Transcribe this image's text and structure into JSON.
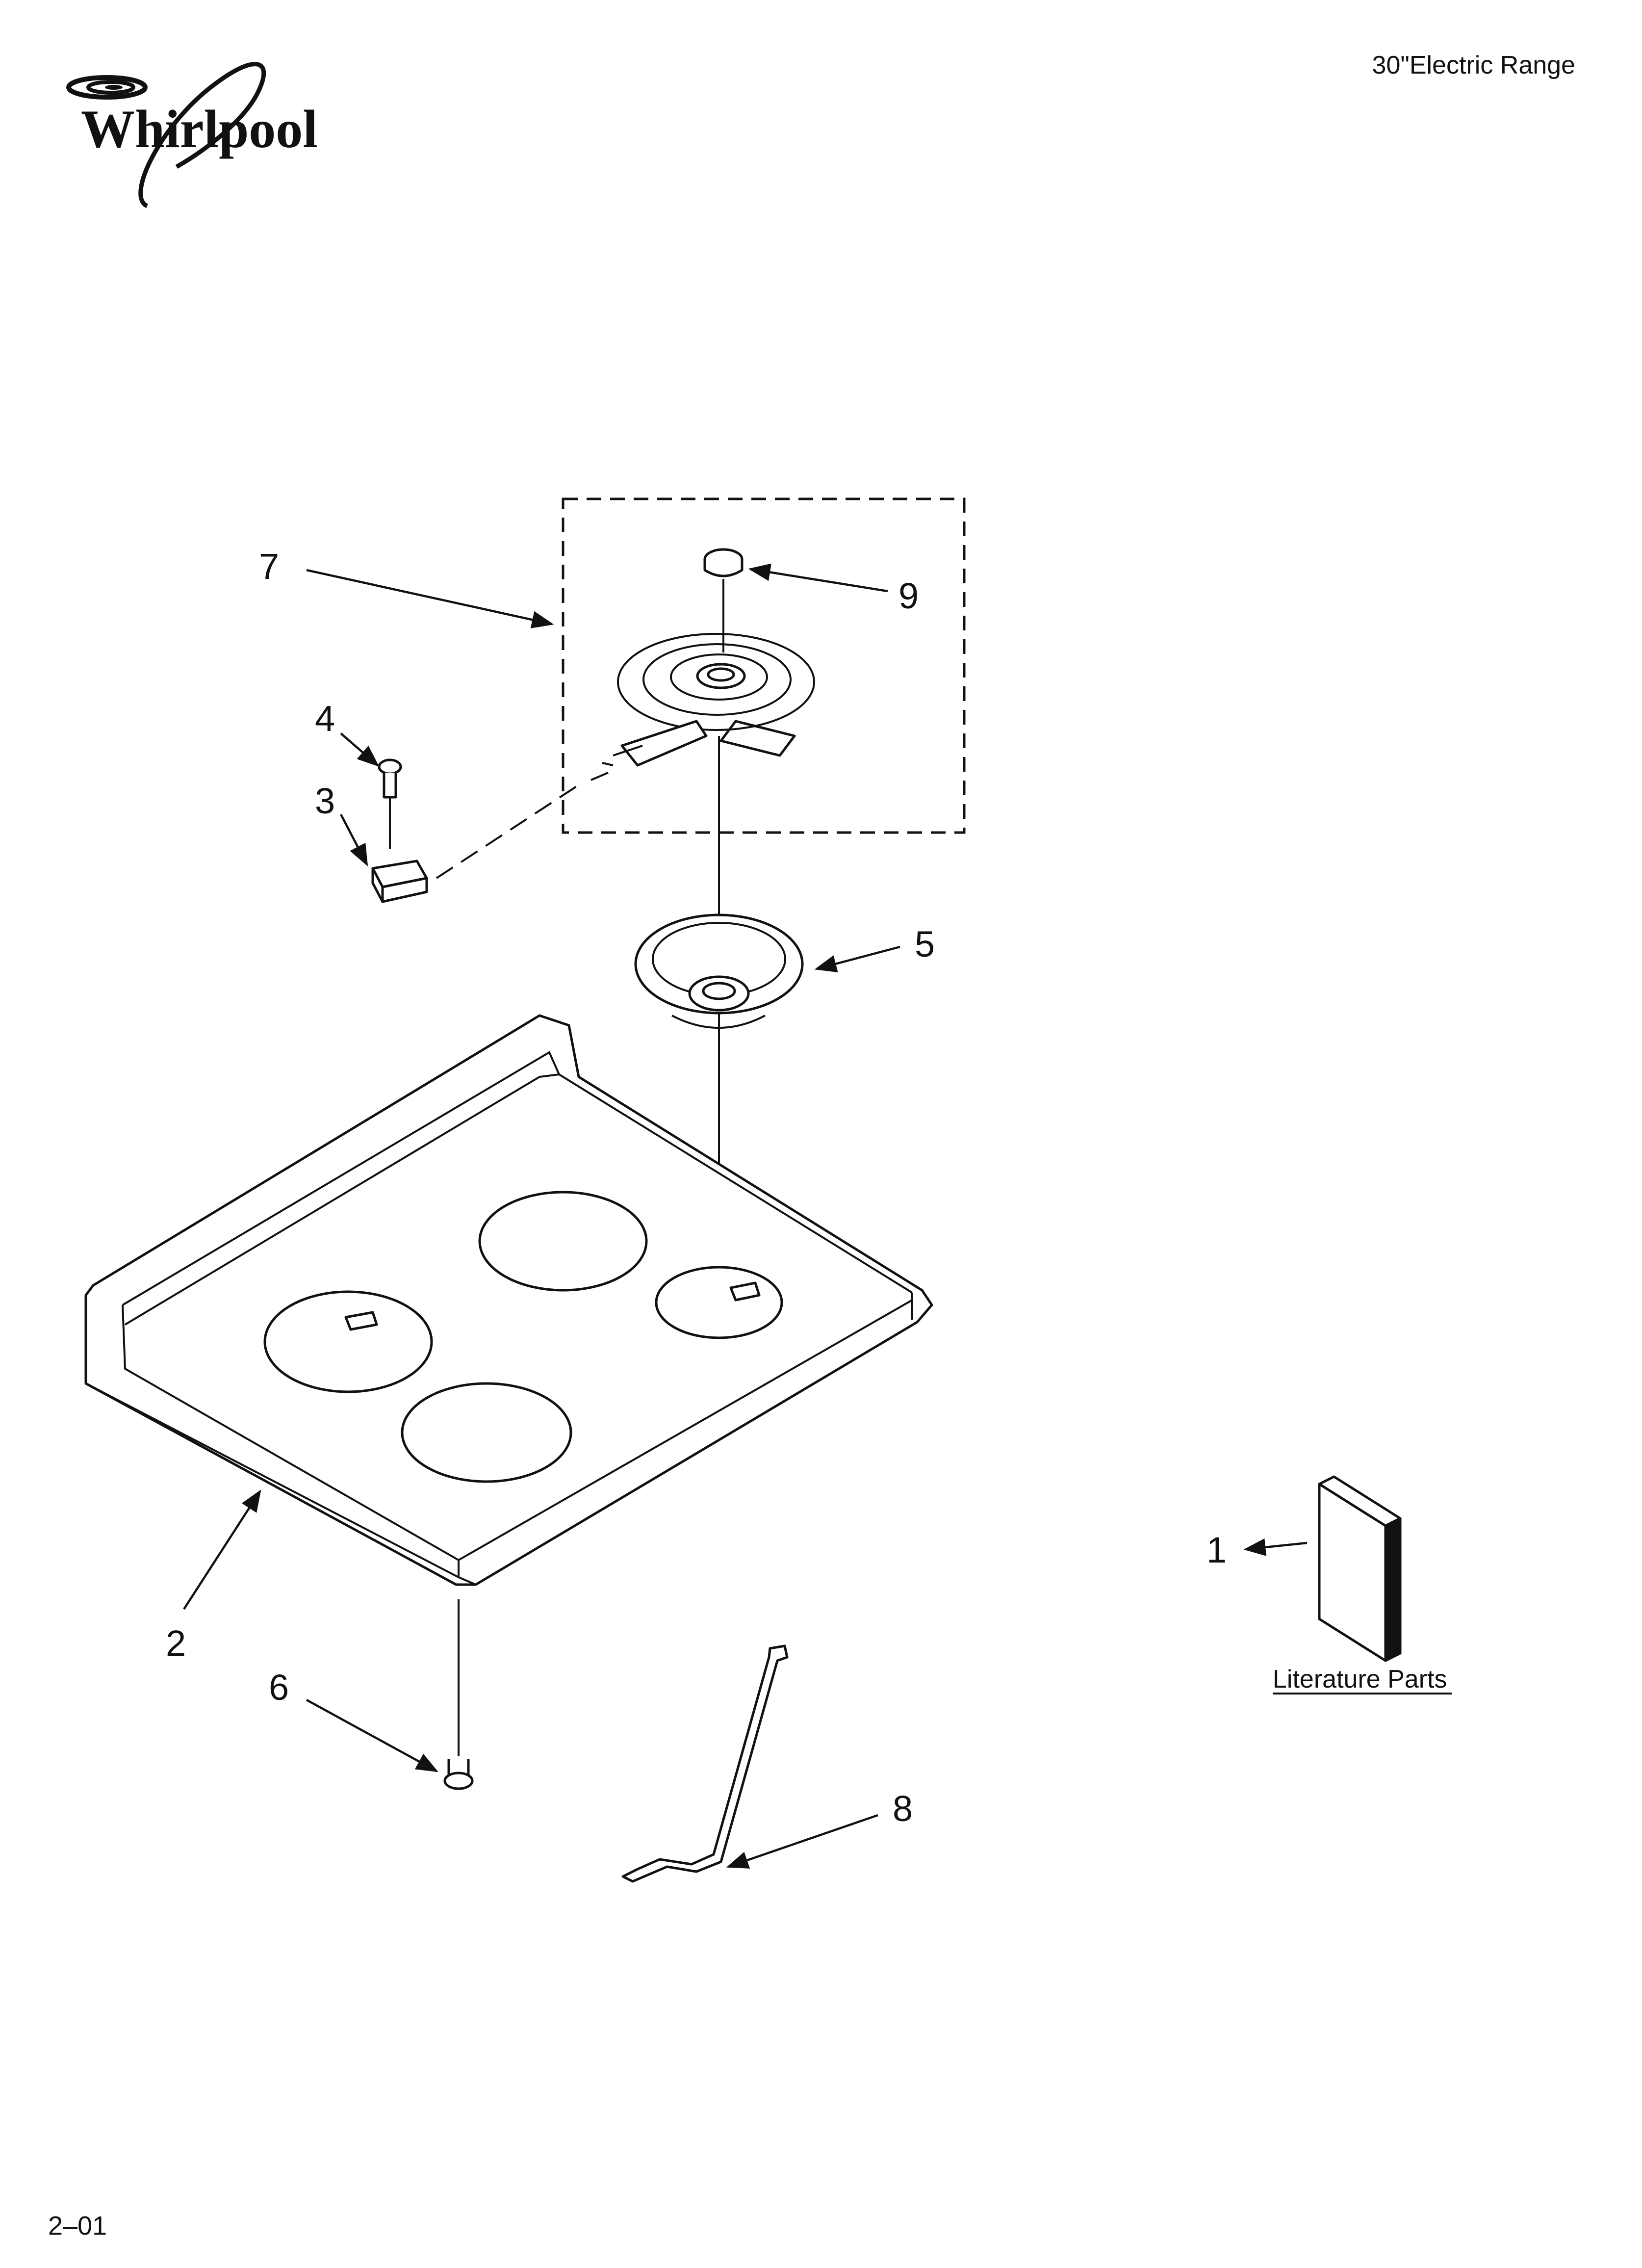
{
  "brand": {
    "name": "Whirlpool",
    "icon": "whirlpool-swirl-logo"
  },
  "header": {
    "title": "30\"Electric Range"
  },
  "callouts": [
    "1",
    "2",
    "3",
    "4",
    "5",
    "6",
    "7",
    "8",
    "9"
  ],
  "literature": {
    "label": "Literature Parts"
  },
  "footer": {
    "page": "2–01"
  }
}
